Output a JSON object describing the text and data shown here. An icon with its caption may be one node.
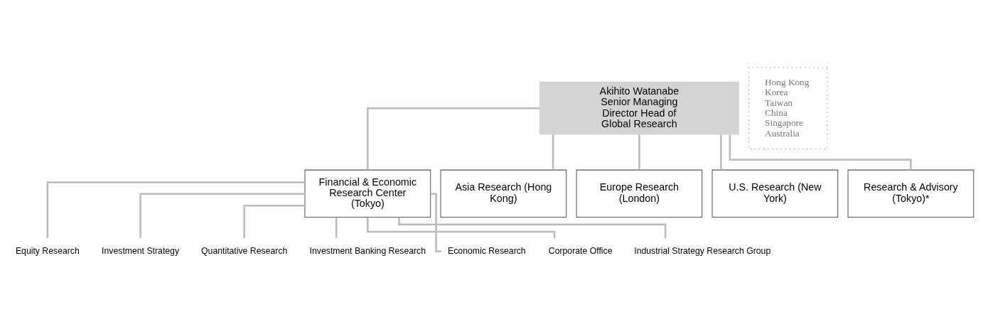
{
  "diagram": {
    "nodes": [
      {
        "text": [
          "Akihito Watanabe Senior Managing Director Head of Global Research"
        ]
      },
      {
        "text": [
          "Financial & Economic Research Center (Tokyo)"
        ]
      },
      {
        "text": [
          "Asia Research (Hong Kong)"
        ]
      },
      {
        "text": [
          "Europe Research (London)"
        ]
      },
      {
        "text": [
          "U.S. Research (New York)"
        ]
      },
      {
        "text": [
          "Research & Advisory (Tokyo)*"
        ]
      },
      {
        "text": [
          "Equity Research"
        ]
      },
      {
        "text": [
          "Investment Strategy"
        ]
      },
      {
        "text": [
          "Quantitative Research"
        ]
      },
      {
        "text": [
          "Investment Banking Research"
        ]
      },
      {
        "text": [
          "Economic Research"
        ]
      },
      {
        "text": [
          "Corporate Office"
        ]
      },
      {
        "text": [
          "Industrial Strategy Research Group"
        ]
      },
      {
        "text": [
          "Hong Kong",
          "Korea",
          "Taiwan",
          "China",
          "Singapore",
          "Australia"
        ]
      }
    ],
    "edges": [
      {
        "from": 0,
        "to": 1,
        "arrow": "none"
      },
      {
        "from": 0,
        "to": 2,
        "arrow": "none"
      },
      {
        "from": 0,
        "to": 3,
        "arrow": "none"
      },
      {
        "from": 0,
        "to": 4,
        "arrow": "none"
      },
      {
        "from": 0,
        "to": 5,
        "arrow": "none"
      },
      {
        "from": 1,
        "to": 6,
        "arrow": "none"
      },
      {
        "from": 1,
        "to": 7,
        "arrow": "none"
      },
      {
        "from": 1,
        "to": 8,
        "arrow": "none"
      },
      {
        "from": 1,
        "to": 9,
        "arrow": "none"
      },
      {
        "from": 1,
        "to": 10,
        "arrow": "none"
      },
      {
        "from": 1,
        "to": 11,
        "arrow": "none"
      },
      {
        "from": 1,
        "to": 12,
        "arrow": "none"
      }
    ]
  }
}
